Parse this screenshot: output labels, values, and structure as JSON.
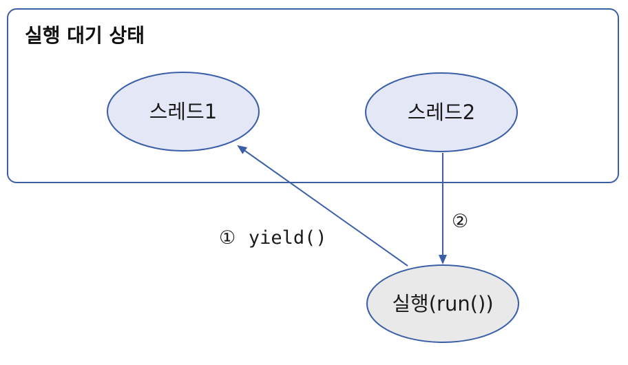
{
  "diagram": {
    "container": {
      "title": "실행 대기 상태"
    },
    "nodes": {
      "thread1": {
        "label": "스레드1"
      },
      "thread2": {
        "label": "스레드2"
      },
      "running": {
        "label": "실행(run())"
      }
    },
    "edges": {
      "yield": {
        "marker": "①",
        "label": "yield()"
      },
      "dispatch": {
        "marker": "②"
      }
    },
    "colors": {
      "stroke": "#3a5ea8",
      "thread_fill": "#e3e7f6",
      "running_fill": "#e9e9e9",
      "container_stroke": "#3a5ea8"
    }
  }
}
